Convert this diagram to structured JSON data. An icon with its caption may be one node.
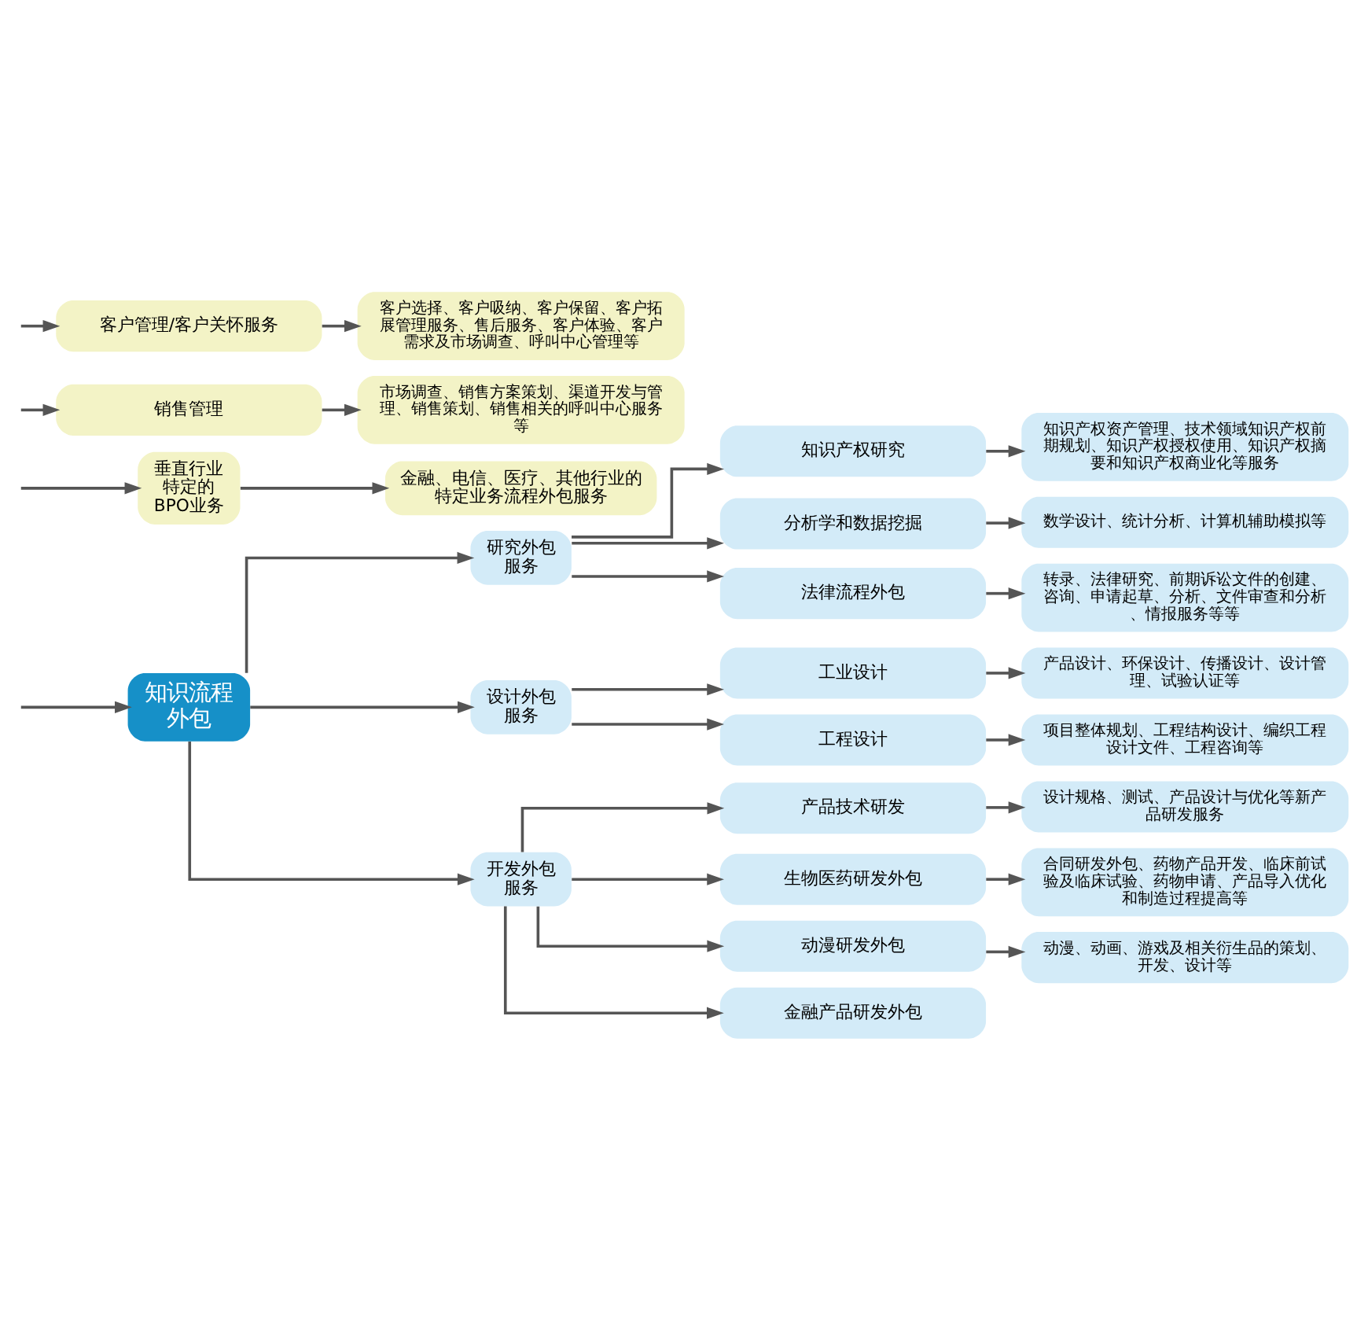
{
  "diagram": {
    "nodes": [
      {
        "text": [
          "知识流程外包"
        ]
      },
      {
        "text": [
          "垂直行业特定的BPO业务"
        ]
      },
      {
        "text": [
          "销售管理"
        ]
      },
      {
        "text": [
          "市场调查、销售方案策划、渠道开发与管理、销售策划、销售相关的呼叫中心服务等"
        ]
      },
      {
        "text": [
          "客户管理/客户关怀服务"
        ]
      },
      {
        "text": [
          "客户选择、客户吸纳、客户保留、客户拓展管理服务、售后服务、客户体验、客户需求及市场调查、呼叫中心管理等"
        ]
      },
      {
        "text": [
          "金融、电信、医疗、其他行业的特定业务流程外包服务"
        ]
      },
      {
        "text": [
          "研究外包服务"
        ]
      },
      {
        "text": [
          "知识产权研究"
        ]
      },
      {
        "text": [
          "知识产权资产管理、技术领域知识产权前期规划、知识产权授权使用、知识产权摘要和知识产权商业化等服务"
        ]
      },
      {
        "text": [
          "分析学和数据挖掘"
        ]
      },
      {
        "text": [
          "数学设计、统计分析、计算机辅助模拟等"
        ]
      },
      {
        "text": [
          "法律流程外包"
        ]
      },
      {
        "text": [
          "转录、法律研究、前期诉讼文件的创建、咨询、申请起草、分析、文件审查和分析、情报服务等等"
        ]
      },
      {
        "text": [
          "设计外包服务"
        ]
      },
      {
        "text": [
          "工业设计"
        ]
      },
      {
        "text": [
          "产品设计、环保设计、传播设计、设计管理、试验认证等"
        ]
      },
      {
        "text": [
          "工程设计"
        ]
      },
      {
        "text": [
          "项目整体规划、工程结构设计、编织工程设计文件、工程咨询等"
        ]
      },
      {
        "text": [
          "开发外包服务"
        ]
      },
      {
        "text": [
          "产品技术研发"
        ]
      },
      {
        "text": [
          "设计规格、测试、产品设计与优化等新产品研发服务"
        ]
      },
      {
        "text": [
          "生物医药研发外包"
        ]
      },
      {
        "text": [
          "合同研发外包、药物产品开发、临床前试验及临床试验、药物申请、产品导入优化和制造过程提高等"
        ]
      },
      {
        "text": [
          "动漫研发外包"
        ]
      },
      {
        "text": [
          "动漫、动画、游戏及相关衍生品的策划、开发、设计等"
        ]
      },
      {
        "text": [
          "金融产品研发外包"
        ]
      }
    ],
    "edges": [
      {
        "from": null,
        "to": 0,
        "arrow": "to"
      },
      {
        "from": null,
        "to": 2,
        "arrow": "to"
      },
      {
        "from": 2,
        "to": 3,
        "arrow": "to"
      },
      {
        "from": null,
        "to": 4,
        "arrow": "to"
      },
      {
        "from": 4,
        "to": 5,
        "arrow": "to"
      },
      {
        "from": null,
        "to": 1,
        "arrow": "to"
      },
      {
        "from": 1,
        "to": 6,
        "arrow": "to"
      },
      {
        "from": 0,
        "to": 7,
        "arrow": "to"
      },
      {
        "from": 7,
        "to": 8,
        "arrow": "to"
      },
      {
        "from": 8,
        "to": 9,
        "arrow": "to"
      },
      {
        "from": 7,
        "to": 10,
        "arrow": "to"
      },
      {
        "from": 10,
        "to": 11,
        "arrow": "to"
      },
      {
        "from": 7,
        "to": 12,
        "arrow": "to"
      },
      {
        "from": 12,
        "to": 13,
        "arrow": "to"
      },
      {
        "from": 0,
        "to": 14,
        "arrow": "to"
      },
      {
        "from": 14,
        "to": 15,
        "arrow": "to"
      },
      {
        "from": 15,
        "to": 16,
        "arrow": "to"
      },
      {
        "from": 14,
        "to": 17,
        "arrow": "to"
      },
      {
        "from": 17,
        "to": 18,
        "arrow": "to"
      },
      {
        "from": 0,
        "to": 19,
        "arrow": "to"
      },
      {
        "from": 19,
        "to": 20,
        "arrow": "to"
      },
      {
        "from": 20,
        "to": 21,
        "arrow": "to"
      },
      {
        "from": 19,
        "to": 22,
        "arrow": "to"
      },
      {
        "from": 22,
        "to": 23,
        "arrow": "to"
      },
      {
        "from": 19,
        "to": 24,
        "arrow": "to"
      },
      {
        "from": 24,
        "to": 25,
        "arrow": "to"
      },
      {
        "from": 19,
        "to": 26,
        "arrow": "to"
      }
    ]
  }
}
